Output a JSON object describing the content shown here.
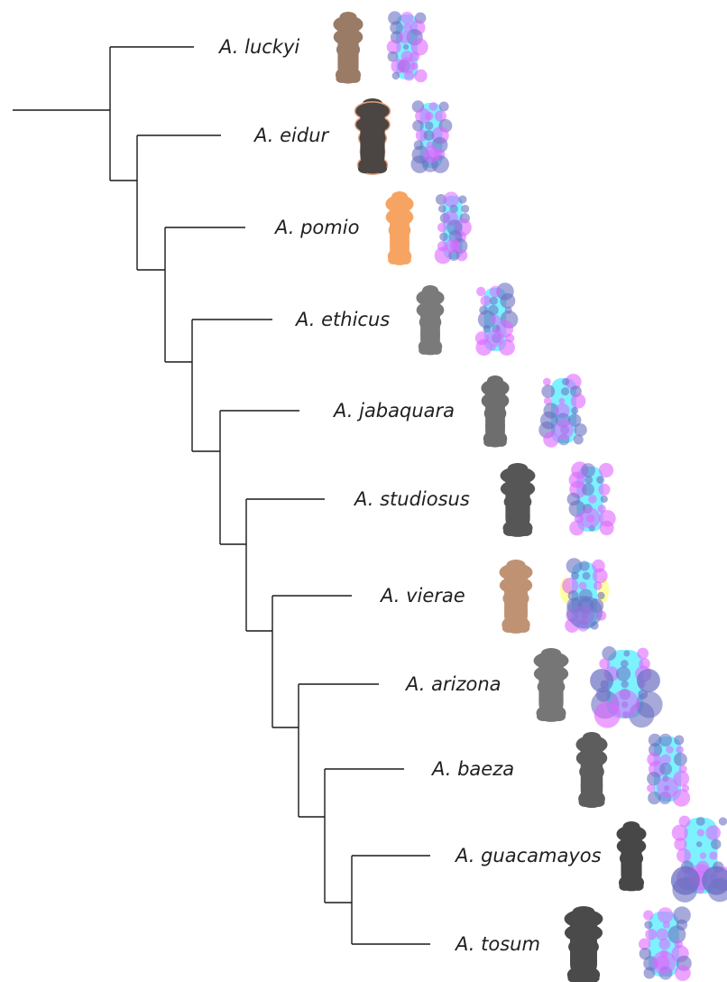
{
  "figure": {
    "type": "cladogram"
  },
  "taxa": [
    {
      "name": "A. luckyi",
      "silhouette_color": "#9a7b66",
      "outline": "none"
    },
    {
      "name": "A. eidur",
      "silhouette_color": "#4b4543",
      "outline": "#e5a27f"
    },
    {
      "name": "A. pomio",
      "silhouette_color": "#f7a463",
      "outline": "none"
    },
    {
      "name": "A. ethicus",
      "silhouette_color": "#7a7a7a",
      "outline": "none"
    },
    {
      "name": "A. jabaquara",
      "silhouette_color": "#6e6e6e",
      "outline": "none"
    },
    {
      "name": "A. studiosus",
      "silhouette_color": "#565656",
      "outline": "none"
    },
    {
      "name": "A. vierae",
      "silhouette_color": "#c09274",
      "outline": "none"
    },
    {
      "name": "A. arizona",
      "silhouette_color": "#767676",
      "outline": "none"
    },
    {
      "name": "A. baeza",
      "silhouette_color": "#5d5d5d",
      "outline": "none"
    },
    {
      "name": "A. guacamayos",
      "silhouette_color": "#474747",
      "outline": "none"
    },
    {
      "name": "A. tosum",
      "silhouette_color": "#4a4a4a",
      "outline": "none"
    }
  ],
  "colors": {
    "branch": "#1a1a1a",
    "schematic_cyan": "#66f0ff",
    "schematic_magenta": "#e066ff",
    "schematic_blue": "#6a6fc2",
    "schematic_yellow": "#ffff88"
  }
}
